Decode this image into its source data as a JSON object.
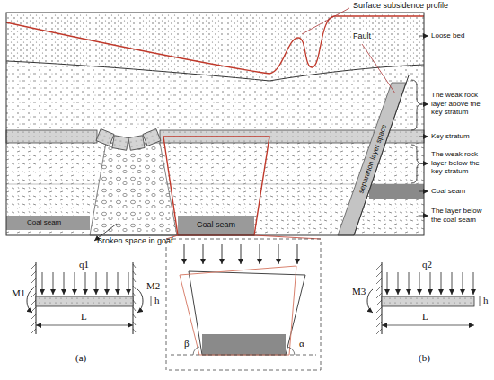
{
  "diagram": {
    "labels": [
      "Surface subsidence profile",
      "Fault",
      "Loose bed",
      "The weak rock layer above the key stratum",
      "Key stratum",
      "The weak rock layer below the key stratum",
      "Coal seam",
      "The layer below the coal seam",
      "separation layer space",
      "Coal seam",
      "Coal seam",
      "Broken space in goaf",
      "q1",
      "M1",
      "M2",
      "h",
      "L",
      "(a)",
      "β",
      "α",
      "q2",
      "M3",
      "h",
      "L",
      "(b)"
    ]
  }
}
